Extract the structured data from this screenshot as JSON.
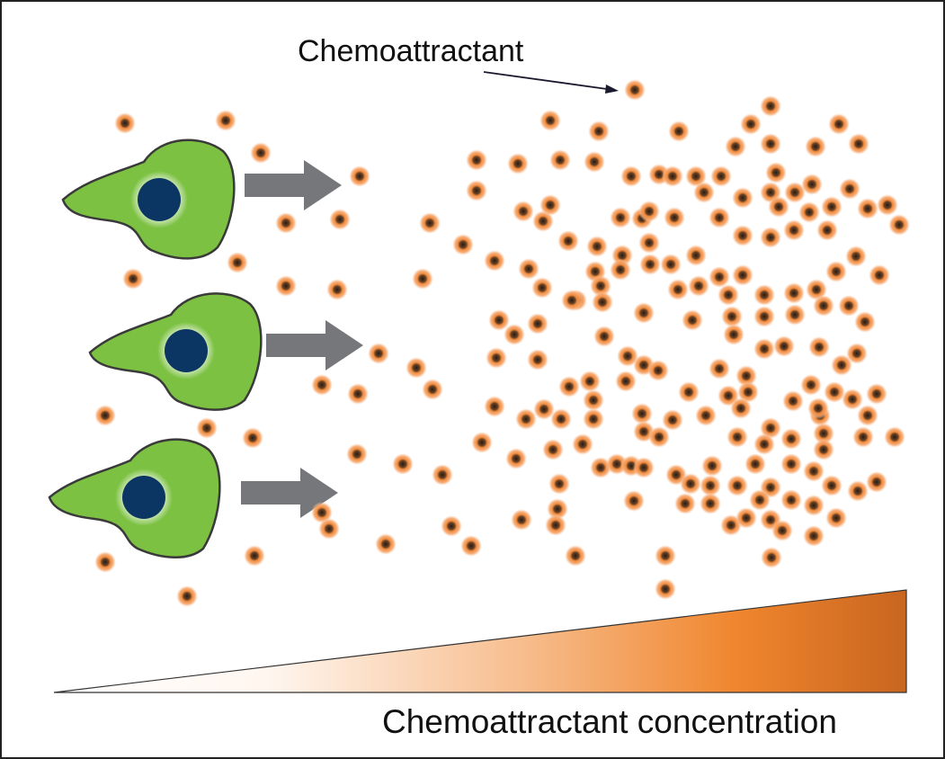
{
  "labels": {
    "chemoattractant": "Chemoattractant",
    "concentration": "Chemoattractant concentration"
  },
  "colors": {
    "cell_fill": "#7cc142",
    "cell_stroke": "#3a3a3a",
    "nucleus": "#0b3563",
    "arrow": "#76777a",
    "particle_glow": "#f08a3c",
    "particle_core": "#5a3a22",
    "gradient_light": "#ffffff",
    "gradient_mid": "#f28a30",
    "gradient_dark": "#c8641e"
  },
  "diagram": {
    "cells": 3,
    "movement_direction": "toward higher chemoattractant concentration (right)",
    "gradient_direction": "increasing left to right"
  }
}
